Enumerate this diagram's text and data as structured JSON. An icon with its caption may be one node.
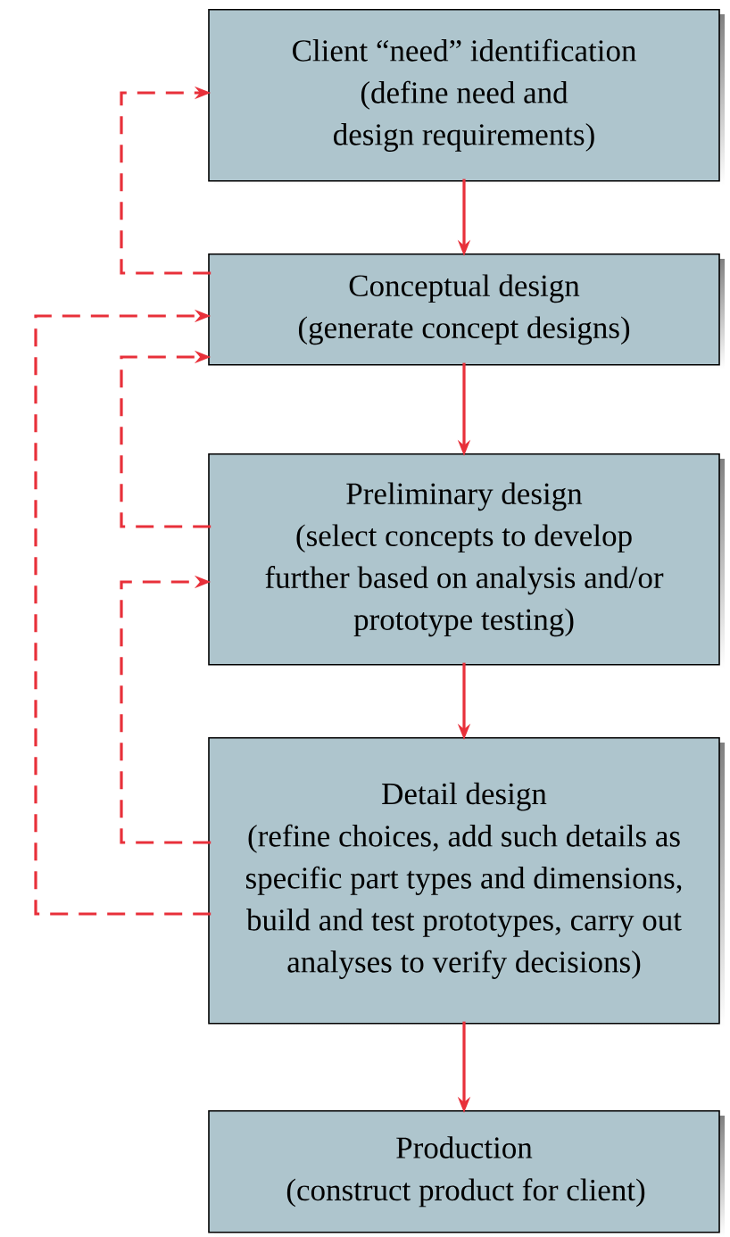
{
  "diagram": {
    "nodes": [
      {
        "text": [
          "Client “need” identification",
          "(define need and design requirements)"
        ]
      },
      {
        "text": [
          "Conceptual design",
          "(generate concept designs)"
        ]
      },
      {
        "text": [
          "Preliminary design",
          "(select concepts to develop further based on analysis and/or prototype testing)"
        ]
      },
      {
        "text": [
          "Detail design",
          "(refine choices, add such details as specific part types and dimensions, build and test prototypes, carry out analyses to verify decisions)"
        ]
      },
      {
        "text": [
          "Production",
          "(construct product for client)"
        ]
      }
    ],
    "edges": [
      {
        "from": 0,
        "to": 1,
        "arrow": "to"
      },
      {
        "from": 1,
        "to": 2,
        "arrow": "to"
      },
      {
        "from": 2,
        "to": 3,
        "arrow": "to"
      },
      {
        "from": 3,
        "to": 4,
        "arrow": "to"
      },
      {
        "from": 1,
        "to": 0,
        "arrow": "to",
        "style": "dashed"
      },
      {
        "from": 2,
        "to": 1,
        "arrow": "to",
        "style": "dashed"
      },
      {
        "from": 3,
        "to": 2,
        "arrow": "to",
        "style": "dashed"
      },
      {
        "from": 3,
        "to": 1,
        "arrow": "to",
        "style": "dashed"
      }
    ]
  }
}
